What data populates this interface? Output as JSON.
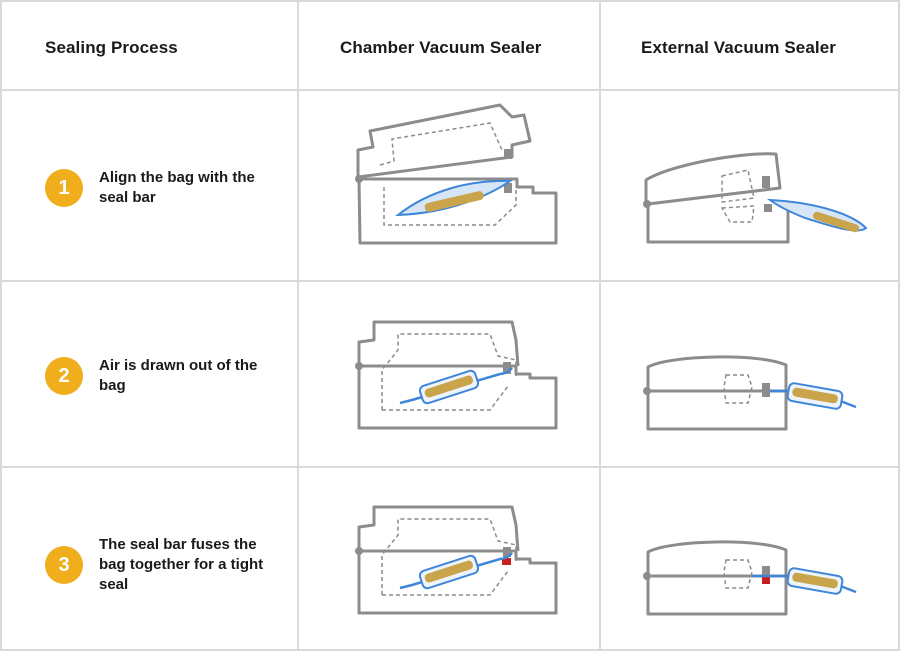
{
  "headers": {
    "process": "Sealing Process",
    "chamber": "Chamber Vacuum Sealer",
    "external": "External Vacuum Sealer"
  },
  "steps": [
    {
      "number": "1",
      "text": "Align the bag with the seal bar"
    },
    {
      "number": "2",
      "text": "Air is drawn out of the bag"
    },
    {
      "number": "3",
      "text": "The seal bar fuses the bag together for a tight seal"
    }
  ],
  "colors": {
    "badge": "#f0ad1c",
    "machine_outline": "#8c8c8c",
    "bag_outline": "#3f86d9",
    "bag_fill": "#d6e6f7",
    "food": "#c9a44a",
    "seal_active": "#c81e1e",
    "grid_line": "#d9d9d9"
  }
}
